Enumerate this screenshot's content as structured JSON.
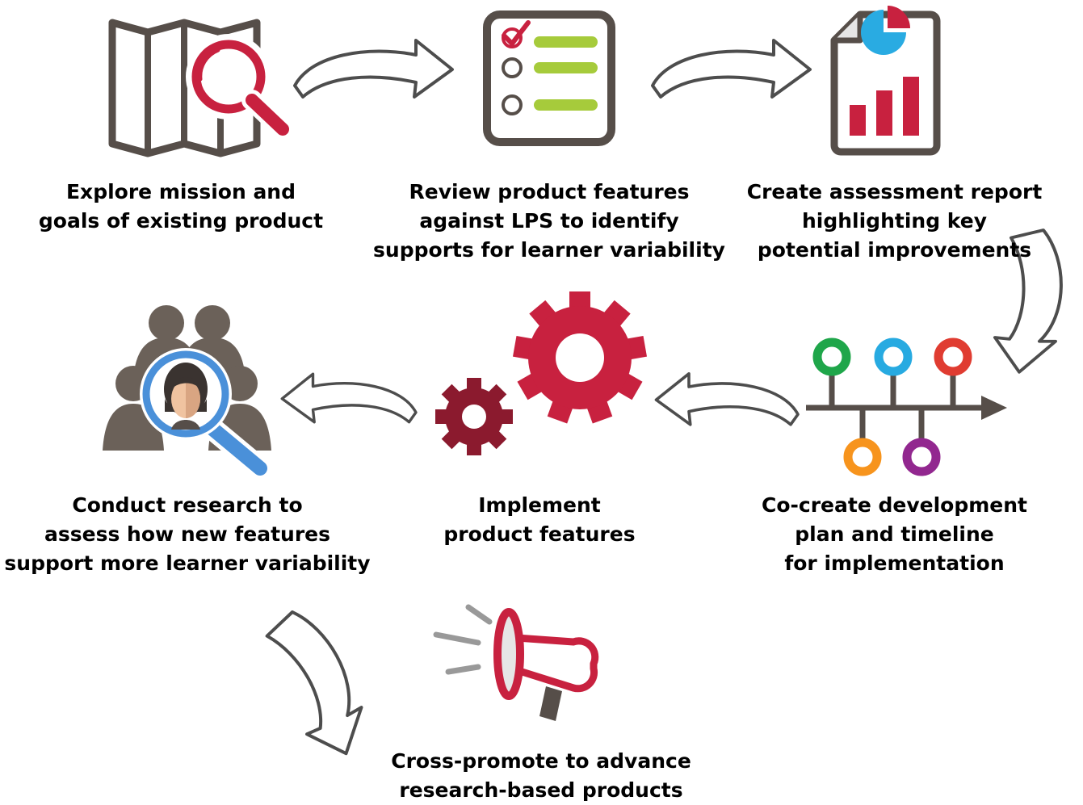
{
  "steps": [
    {
      "id": "explore",
      "icon": "map-magnifier-icon",
      "lines": [
        "Explore mission and",
        "goals of existing product"
      ]
    },
    {
      "id": "review",
      "icon": "checklist-icon",
      "lines": [
        "Review product features",
        "against LPS to identify",
        "supports for learner variability"
      ]
    },
    {
      "id": "report",
      "icon": "report-chart-icon",
      "lines": [
        "Create assessment report",
        "highlighting key",
        "potential improvements"
      ]
    },
    {
      "id": "plan",
      "icon": "timeline-icon",
      "lines": [
        "Co-create development",
        "plan and timeline",
        "for implementation"
      ]
    },
    {
      "id": "implement",
      "icon": "gears-icon",
      "lines": [
        "Implement",
        "product features"
      ]
    },
    {
      "id": "research",
      "icon": "people-magnifier-icon",
      "lines": [
        "Conduct research to",
        "assess how new features",
        "support more learner variability"
      ]
    },
    {
      "id": "promote",
      "icon": "megaphone-icon",
      "lines": [
        "Cross-promote to advance",
        "research-based products"
      ]
    }
  ],
  "colors": {
    "dark": "#564e49",
    "red": "#c8213f",
    "dark_red": "#8b1a2e",
    "green": "#a6cb3b",
    "blue": "#29abe2",
    "timeline_green": "#1fa64a",
    "timeline_blue": "#27aae1",
    "timeline_red": "#e03c31",
    "timeline_orange": "#f7941d",
    "timeline_purple": "#92278f",
    "people": "#6b6159",
    "magnifier_blue": "#4a90d9",
    "arrow_outline": "#4d4d4d"
  }
}
